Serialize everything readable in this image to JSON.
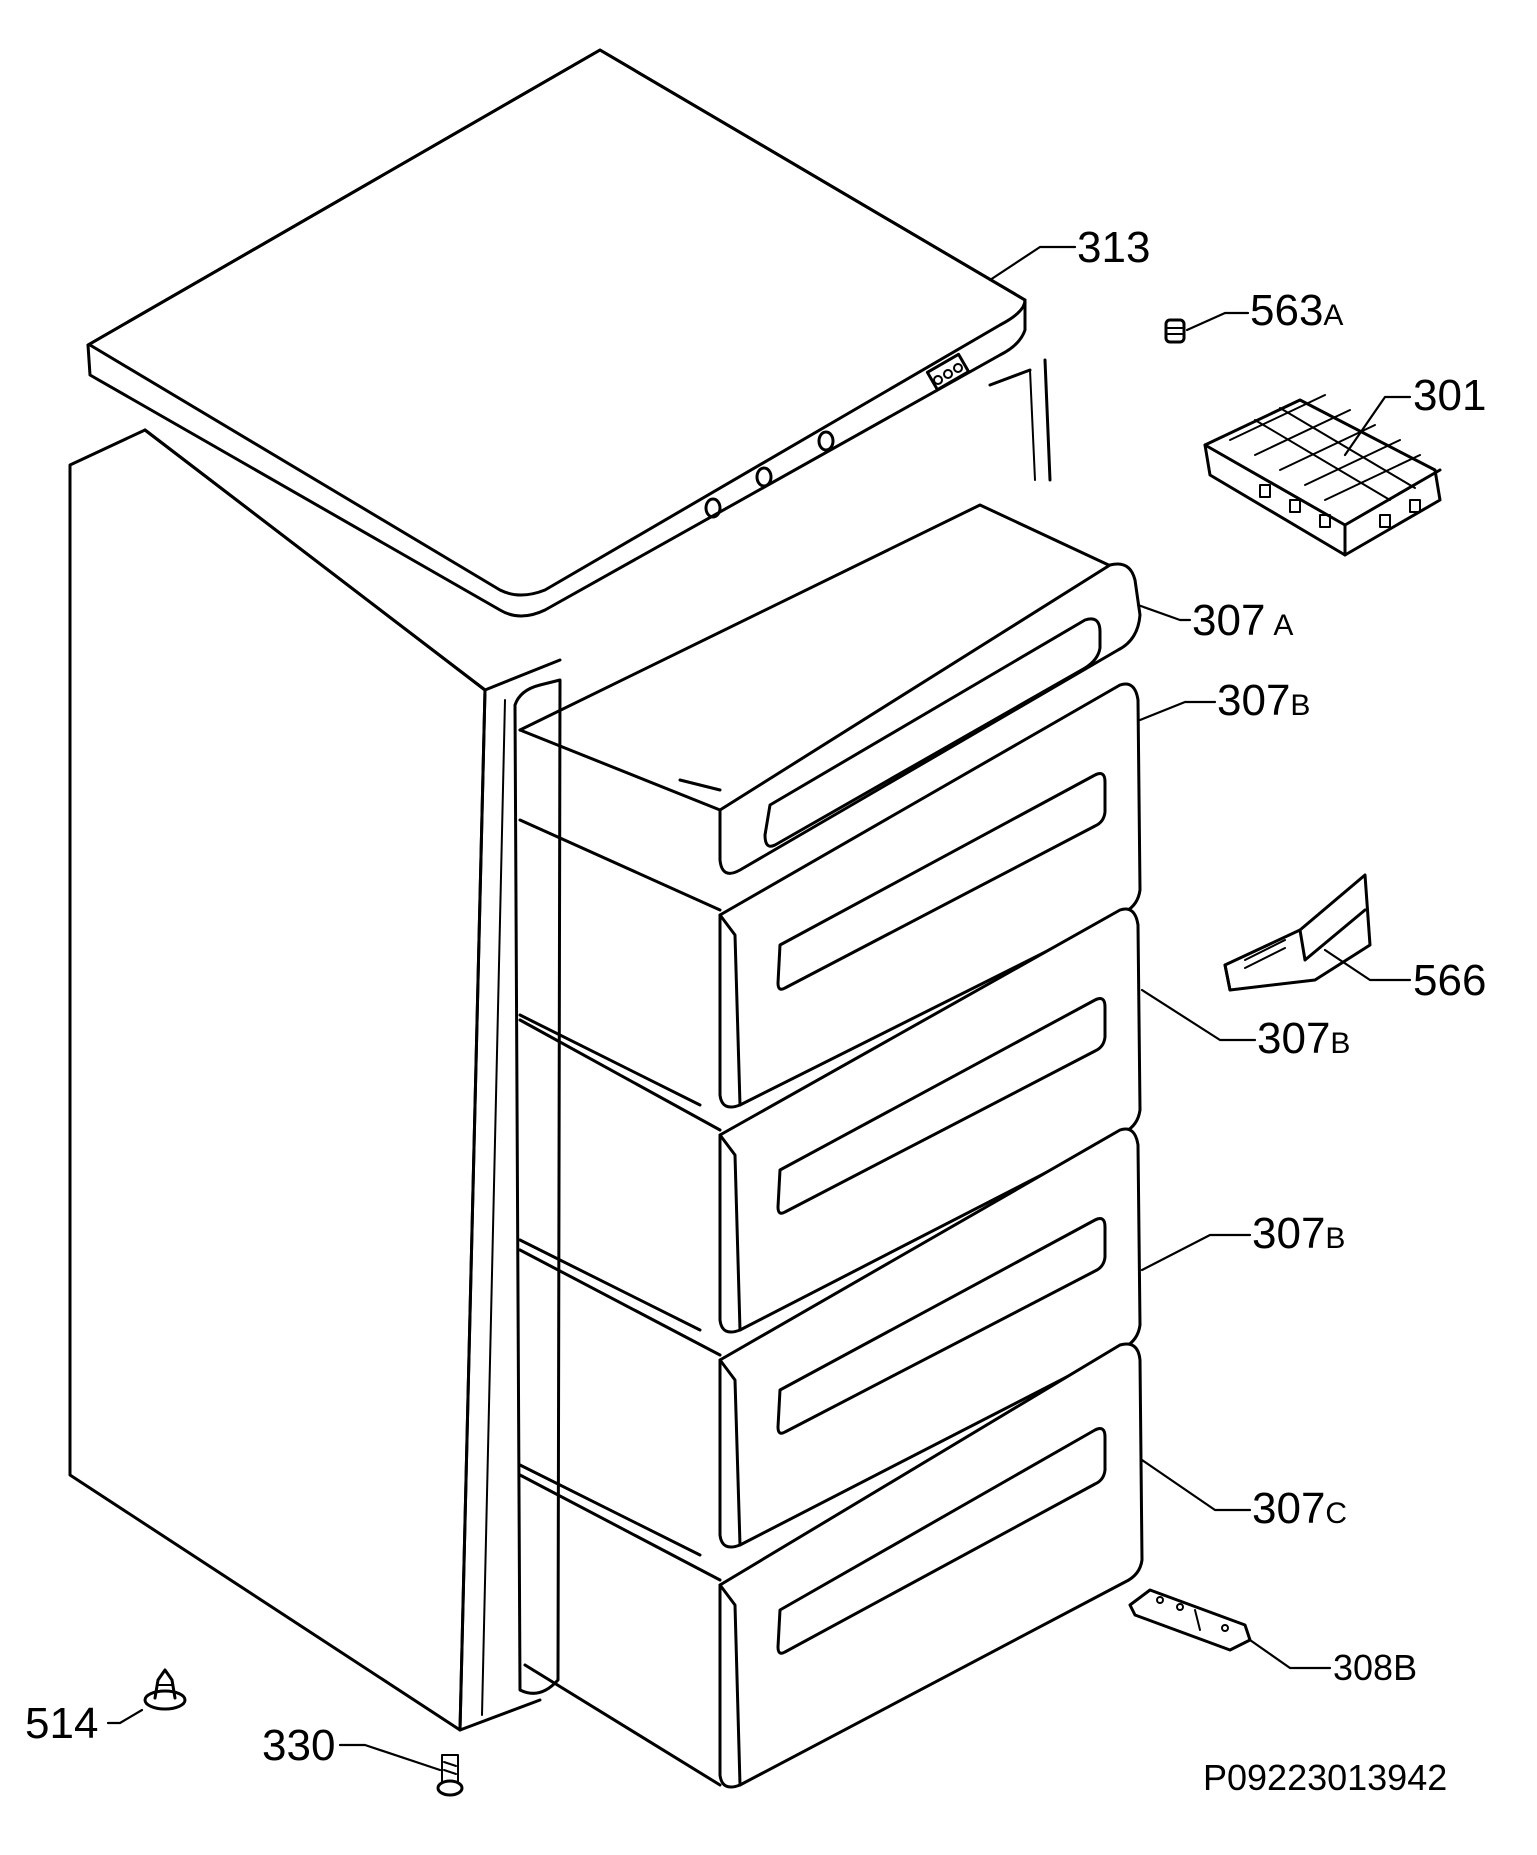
{
  "labels": {
    "p313": {
      "num": "313",
      "suffix": ""
    },
    "p563a": {
      "num": "563",
      "suffix": "A"
    },
    "p301": {
      "num": "301",
      "suffix": ""
    },
    "p307a": {
      "num": "307",
      "suffix": "A"
    },
    "p307b_1": {
      "num": "307",
      "suffix": "B"
    },
    "p566": {
      "num": "566",
      "suffix": ""
    },
    "p307b_2": {
      "num": "307",
      "suffix": "B"
    },
    "p307b_3": {
      "num": "307",
      "suffix": "B"
    },
    "p307c": {
      "num": "307",
      "suffix": "C"
    },
    "p308b": {
      "num": "308",
      "suffix": "B"
    },
    "p514": {
      "num": "514",
      "suffix": ""
    },
    "p330": {
      "num": "330",
      "suffix": ""
    }
  },
  "diagram_code": "P09223013942"
}
